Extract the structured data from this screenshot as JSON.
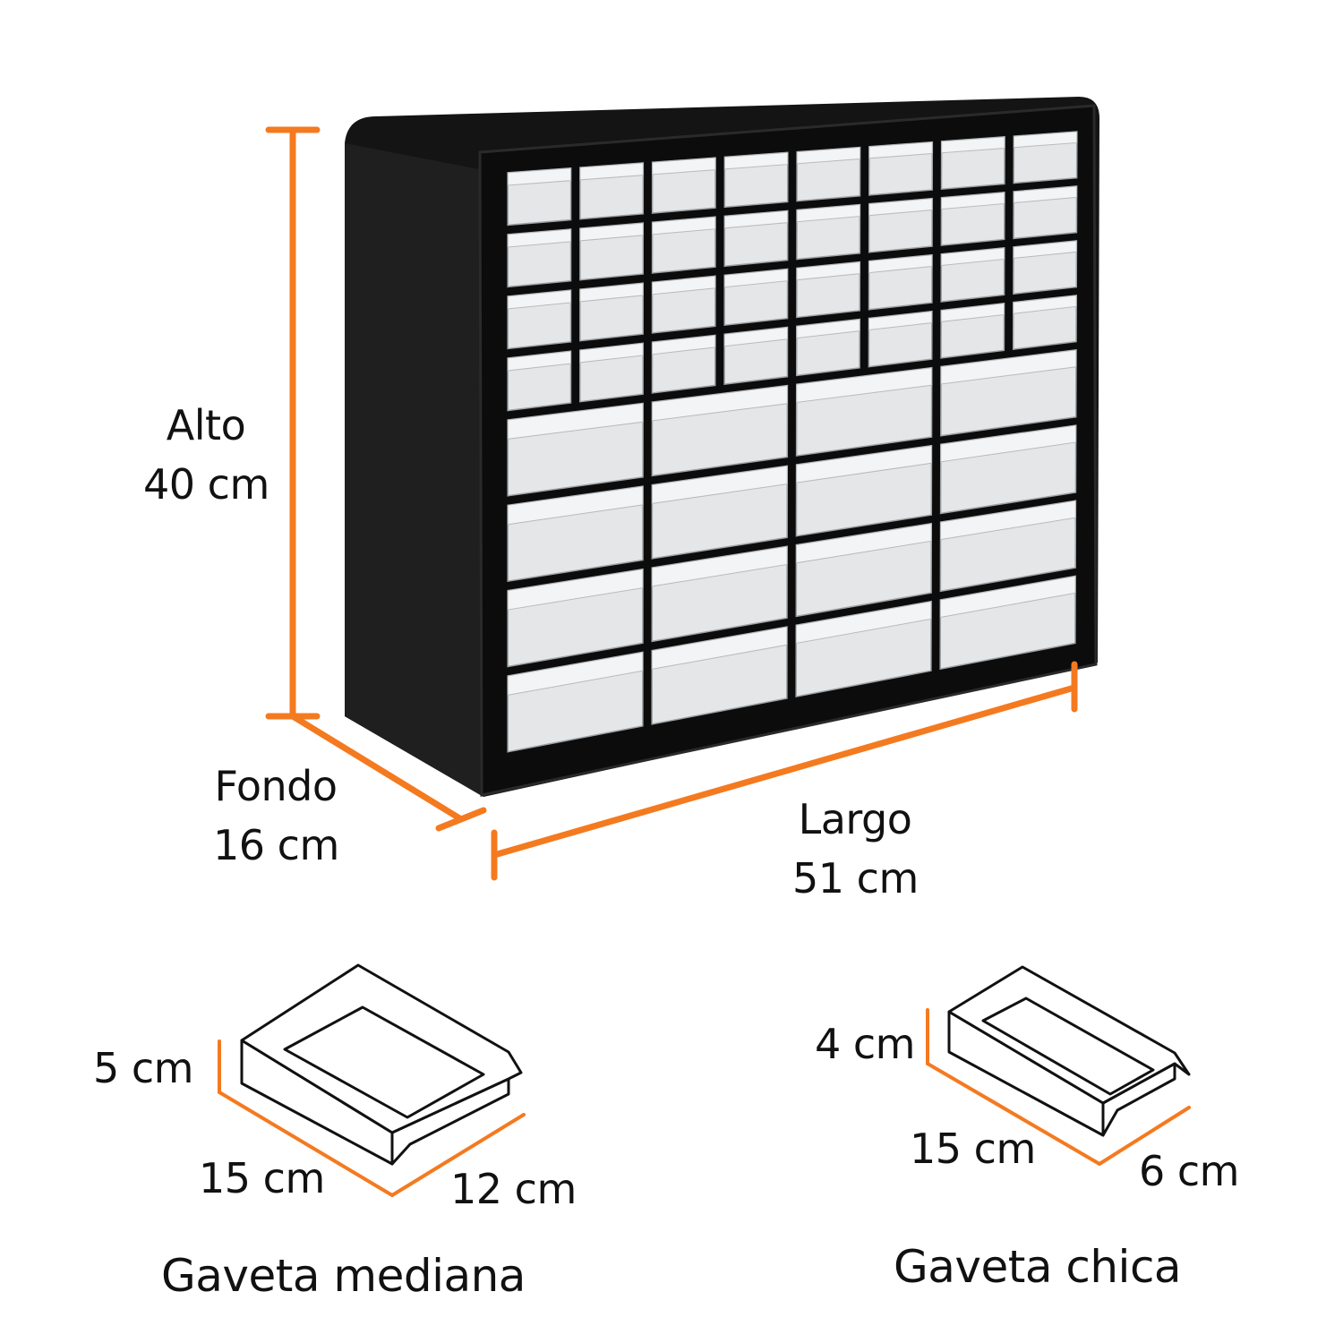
{
  "colors": {
    "accent": "#f47a20",
    "cabinet": "#141414",
    "drawer": "#e4e6e7",
    "outline": "#111111"
  },
  "cabinet": {
    "dims": {
      "alto": {
        "label": "Alto",
        "value": "40 cm"
      },
      "fondo": {
        "label": "Fondo",
        "value": "16 cm"
      },
      "largo": {
        "label": "Largo",
        "value": "51 cm"
      }
    },
    "small_drawer_rows": 4,
    "small_drawer_cols": 8,
    "medium_drawer_rows": 4,
    "medium_drawer_cols": 4
  },
  "drawers": {
    "medium": {
      "caption": "Gaveta mediana",
      "height": "5 cm",
      "length": "15 cm",
      "width": "12 cm"
    },
    "small": {
      "caption": "Gaveta chica",
      "height": "4 cm",
      "length": "15 cm",
      "width": "6 cm"
    }
  }
}
